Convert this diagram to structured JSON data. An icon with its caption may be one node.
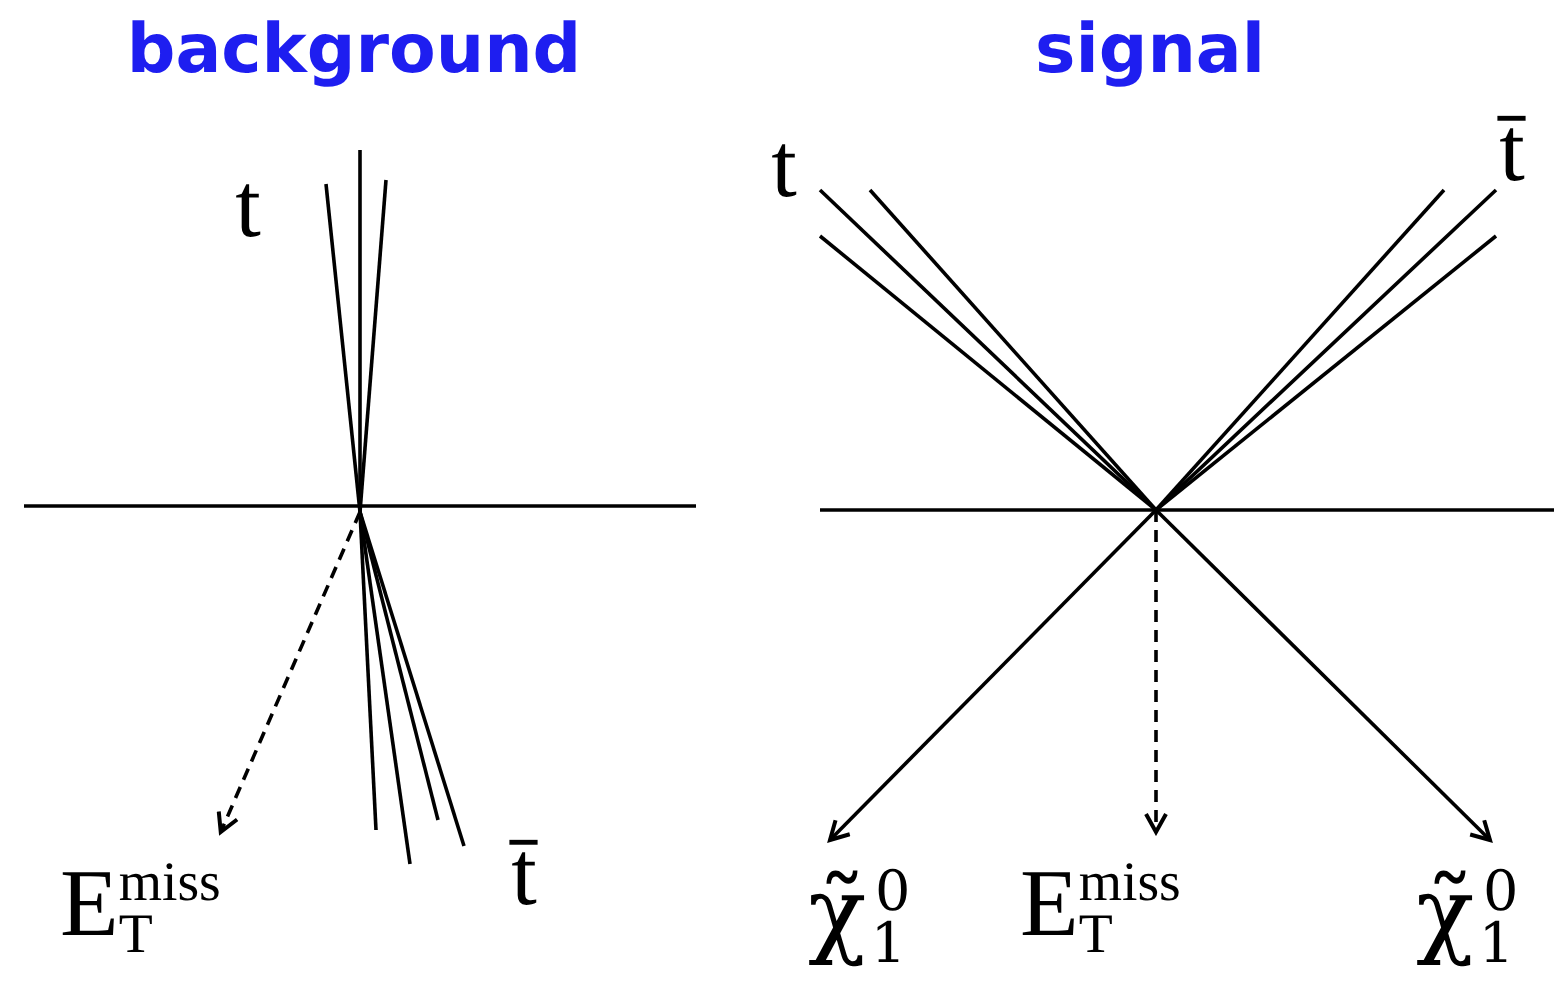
{
  "diagram": {
    "nodes": [
      {
        "text": [
          "E$_{T}$$^{miss}$"
        ]
      },
      {
        "text": [
          "χ̃$_{1}$$^{0}$"
        ]
      },
      {
        "text": [
          "E$_{T}$$^{miss}$"
        ]
      },
      {
        "text": [
          "χ̃$_{1}$$^{0}$"
        ]
      }
    ],
    "edges": [
      {
        "from": null,
        "to": 0,
        "arrow": "to",
        "style": "dashed"
      },
      {
        "from": null,
        "to": 1,
        "arrow": "to"
      },
      {
        "from": null,
        "to": 2,
        "arrow": "to",
        "style": "dashed"
      },
      {
        "from": null,
        "to": 3,
        "arrow": "to"
      }
    ],
    "labels": [
      "background",
      "signal",
      "t",
      "t",
      "t̄",
      "t̄"
    ]
  }
}
